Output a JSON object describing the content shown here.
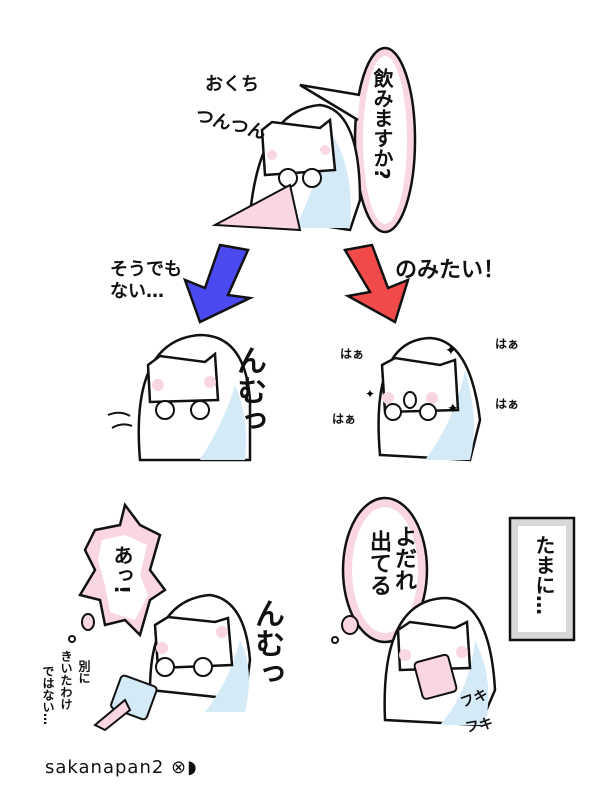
{
  "panel_top": {
    "speech": "飲みますか?",
    "sfx_line1": "おくち",
    "sfx_line2": "つんつん"
  },
  "choices": {
    "left": {
      "line1": "そうでも",
      "line2": "ない…",
      "arrow_color": "#4a4af0"
    },
    "right": {
      "label": "のみたい！",
      "arrow_color": "#f04a4a"
    }
  },
  "panel_mid_left": {
    "sfx": "んむっ"
  },
  "panel_mid_right": {
    "sfx": [
      "はぁ",
      "はぁ",
      "はぁ",
      "はぁ"
    ]
  },
  "panel_bottom_left": {
    "shout": "あっ!",
    "sfx": "んむっ",
    "aside_col1": "別に",
    "aside_col2": "きいたわけ",
    "aside_col3": "ではない…"
  },
  "panel_bottom_right": {
    "speech_col1": "よだれ",
    "speech_col2": "出てる",
    "caption": "たまに…",
    "sfx_col1": "フキ",
    "sfx_col2": "フキ"
  },
  "signature": "sakanapan2",
  "colors": {
    "pink": "#f9d6e2",
    "blue": "#d4eaf7",
    "gray": "#d8d8d8"
  }
}
